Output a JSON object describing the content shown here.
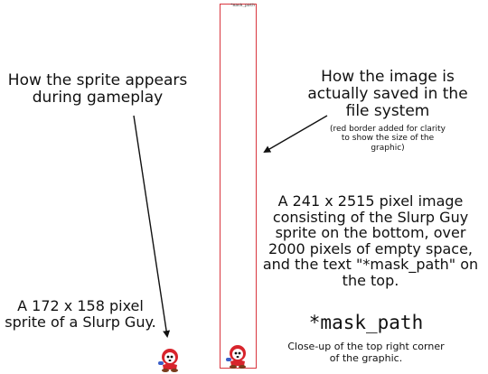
{
  "labels": {
    "gameplay": "How the sprite appears during gameplay",
    "saved": "How the image is actually saved in the file system",
    "note": "(red border added for clarity to show the size of the graphic)",
    "description": "A 241 x 2515 pixel image consisting of the Slurp Guy sprite on the bottom, over 2000 pixels of empty space, and the text \"*mask_path\" on the top.",
    "sprite": "A 172 x 158 pixel sprite of a Slurp Guy.",
    "mask_big": "*mask_path",
    "mask_small": "*mask_path",
    "closeup": "Close-up of the top right corner of the graphic."
  },
  "colors": {
    "frame_border": "#d9363e",
    "sprite_red": "#d8242c",
    "text": "#111111"
  }
}
